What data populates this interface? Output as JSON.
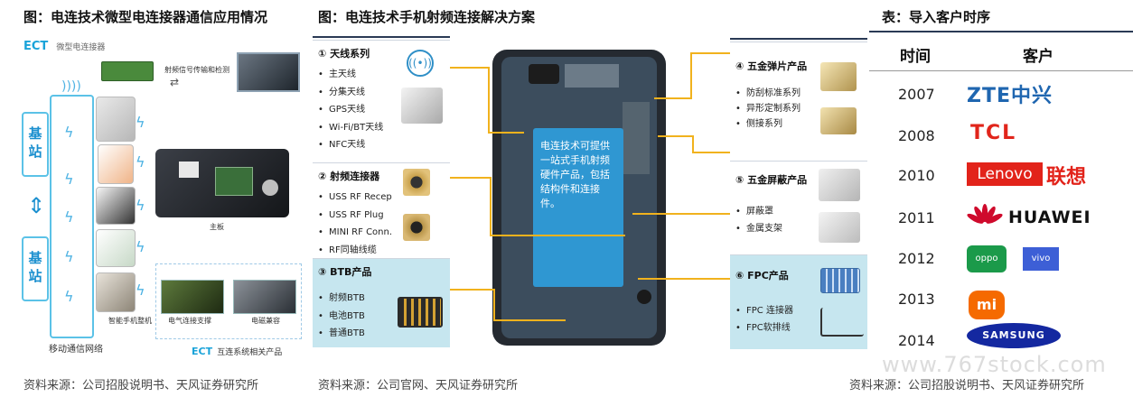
{
  "panel_left": {
    "title": "图：电连技术微型电连接器通信应用情况",
    "ect_label": "ECT",
    "ect_subtitle": "微型电连接器",
    "signal_label": "射频信号传输和检测",
    "base_station_top": "基站",
    "base_station_bottom": "基站",
    "mainboard_label": "主板",
    "smartphone_label": "智能手机整机",
    "connector_support_label": "电气连接支撑",
    "emc_label": "电磁兼容",
    "network_label": "移动通信网络",
    "ect_bottom": "ECT",
    "ect_bottom_text": "互连系统相关产品",
    "source": "资料来源：公司招股说明书、天风证券研究所"
  },
  "panel_middle": {
    "title": "图：电连技术手机射频连接解决方案",
    "battery_text": "电连技术可提供一站式手机射频硬件产品，包括结构件和连接件。",
    "left_cards": [
      {
        "heading": "① 天线系列",
        "items": [
          "主天线",
          "分集天线",
          "GPS天线",
          "Wi-Fi/BT天线",
          "NFC天线"
        ]
      },
      {
        "heading": "② 射频连接器",
        "items": [
          "USS RF Recep",
          "USS RF Plug",
          "MINI RF Conn.",
          "RF同轴线缆"
        ]
      },
      {
        "heading": "③ BTB产品",
        "items": [
          "射频BTB",
          "电池BTB",
          "普通BTB"
        ]
      }
    ],
    "right_cards": [
      {
        "heading": "④ 五金弹片产品",
        "items": [
          "防刮标准系列",
          "异形定制系列",
          "侧接系列"
        ]
      },
      {
        "heading": "⑤ 五金屏蔽产品",
        "items": [
          "屏蔽罩",
          "金属支架"
        ]
      },
      {
        "heading": "⑥ FPC产品",
        "items": [
          "FPC 连接器",
          "FPC软排线"
        ]
      }
    ],
    "source": "资料来源：公司官网、天风证券研究所"
  },
  "panel_right": {
    "title": "表：导入客户时序",
    "col_time": "时间",
    "col_customer": "客户",
    "rows": [
      {
        "year": "2007",
        "customer_text": "ZTE中兴"
      },
      {
        "year": "2008",
        "customer_text": "TCL"
      },
      {
        "year": "2010",
        "customer_text": "Lenovo",
        "customer_text_cn": "联想"
      },
      {
        "year": "2011",
        "customer_text": "HUAWEI"
      },
      {
        "year": "2012",
        "customer_text": "oppo",
        "customer_text_2": "vivo"
      },
      {
        "year": "2013",
        "customer_text": "mi"
      },
      {
        "year": "2014",
        "customer_text": "SAMSUNG"
      }
    ],
    "source": "资料来源：公司招股说明书、天风证券研究所",
    "watermark": "www.767stock.com"
  },
  "colors": {
    "accent_blue": "#1aa3d9",
    "callout_yellow": "#f1b21d",
    "zte_blue": "#1f66b0",
    "tcl_red": "#e1251b",
    "lenovo_red": "#e2231a",
    "huawei_red": "#cf0a2c",
    "oppo_green": "#1b9a4a",
    "vivo_blue": "#3d5fd6",
    "mi_orange": "#f56a00",
    "samsung_blue": "#1428a0"
  }
}
